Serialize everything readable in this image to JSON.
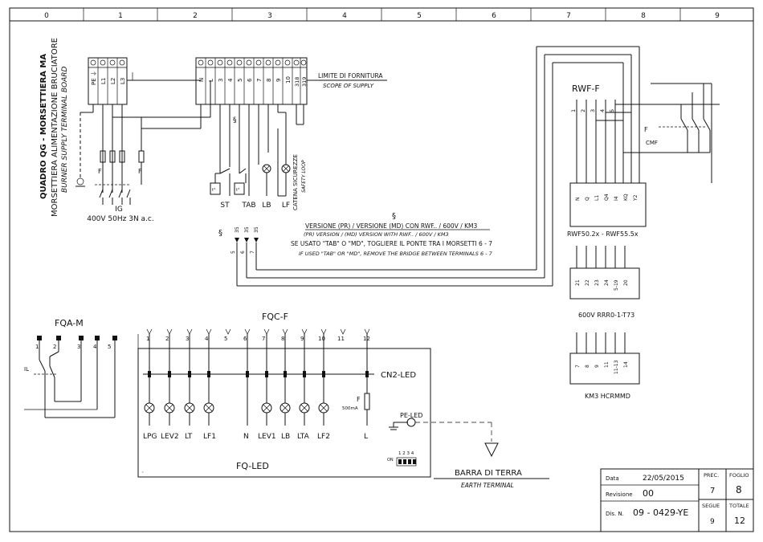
{
  "grid": {
    "columns": [
      "0",
      "1",
      "2",
      "3",
      "4",
      "5",
      "6",
      "7",
      "8",
      "9"
    ]
  },
  "board": {
    "title1": "QUADRO QG - MORSETTIERA MA",
    "title2": "MORSETTIERA ALIMENTAZIONE BRUCIATORE",
    "title3": "BURNER SUPPLY TERMINAL BOARD",
    "left_terminals": [
      "PE ⏚",
      "L1",
      "L2",
      "L3"
    ],
    "fuse_label_left": "F",
    "fuse_label_right": "F",
    "switch_label": "IG",
    "supply_label": "400V 50Hz 3N a.c.",
    "right_terminals": [
      "N",
      "L",
      "3",
      "4",
      "5",
      "6",
      "7",
      "8",
      "9",
      "10",
      "318",
      "319"
    ],
    "scope_label": "LIMITE DI FORNITURA",
    "scope_label_en": "SCOPE OF SUPPLY",
    "section_mark": "§",
    "device_labels": [
      "ST",
      "TAB",
      "LB",
      "LF"
    ],
    "chain_label": "CATENA SICUREZZE",
    "chain_label_en": "SAFETY LOOP",
    "small_box_label": "t°"
  },
  "notes": {
    "mark": "§",
    "line1": "VERSIONE (PR) / VERSIONE (MD) CON RWF.. / 600V / KM3",
    "line1_en": "(PR) VERSION / (MD) VERSION WITH RWF.. / 600V / KM3",
    "line2": "SE USATO \"TAB\" O \"MD\", TOGLIERE IL PONTE TRA I MORSETTI 6 - 7",
    "line2_en": "IF USED \"TAB\" OR \"MD\", REMOVE THE BRIDGE BETWEEN TERMINALS 6 - 7",
    "mark2": "§",
    "bottom_nums": [
      "5",
      "6",
      "7"
    ],
    "mid_terms": [
      "35",
      "35",
      "35"
    ]
  },
  "rwf": {
    "title": "RWF-F",
    "top_pins": [
      "1",
      "2",
      "3",
      "4",
      "5"
    ],
    "cmf_label": "CMF",
    "f_label": "F",
    "box_pins": [
      "N",
      "Q",
      "L1",
      "Q4",
      "I4",
      "KQ",
      "Y2"
    ],
    "box_label": "RWF50.2x - RWF55.5x"
  },
  "rrr": {
    "pins": [
      "21",
      "22",
      "23",
      "24",
      "5-19",
      "20"
    ],
    "label": "600V RRR0-1-T73"
  },
  "km3": {
    "pins": [
      "7",
      "8",
      "9",
      "11",
      "11-13",
      "14"
    ],
    "label": "KM3 HCRMMD"
  },
  "fqa": {
    "title": "FQA-M",
    "pins": [
      "1",
      "2",
      "3",
      "4",
      "5"
    ],
    "il_label": "IL"
  },
  "fqc": {
    "title": "FQC-F",
    "pins": [
      "1",
      "2",
      "3",
      "4",
      "5",
      "6",
      "7",
      "8",
      "9",
      "10",
      "11",
      "12"
    ],
    "cn2": "CN2-LED",
    "fuse_label": "F",
    "fuse_rating": "500mA",
    "lamps": [
      "LPG",
      "LEV2",
      "LT",
      "LF1",
      "N",
      "LEV1",
      "LB",
      "LTA",
      "LF2",
      "L"
    ],
    "board_label": "FQ-LED",
    "pe_led": "PE-LED",
    "dip_label": "1 2 3 4",
    "dip_prefix": "ON"
  },
  "earth": {
    "label": "BARRA DI TERRA",
    "label_en": "EARTH TERMINAL"
  },
  "titleblock": {
    "data_label": "Data",
    "data_value": "22/05/2015",
    "rev_label": "Revisione",
    "rev_value": "00",
    "dis_label": "Dis. N.",
    "dis_value": "09 - 0429-YE",
    "prec_label": "PREC.",
    "prec_value": "7",
    "foglio_label": "FOGLIO",
    "foglio_value": "8",
    "segue_label": "SEGUE",
    "segue_value": "9",
    "totale_label": "TOTALE",
    "totale_value": "12"
  }
}
